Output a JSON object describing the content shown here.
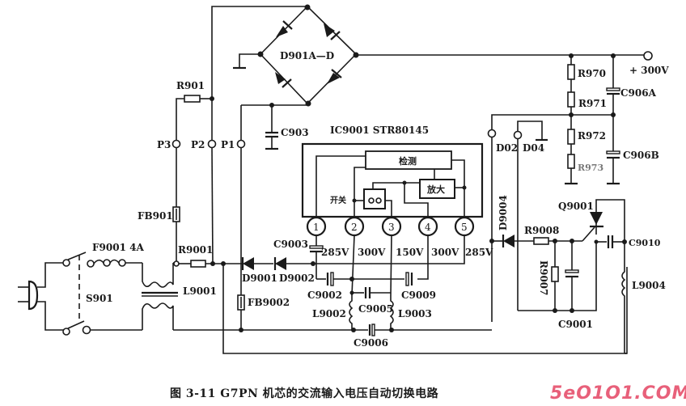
{
  "caption": "图 3-11   G7PN 机芯的交流输入电压自动切换电路",
  "watermark": "5eO1O1.COM",
  "ic": {
    "title": "IC9001  STR80145",
    "block_detect": "检测",
    "block_amp": "放大",
    "label_switch": "开关",
    "pins": [
      "1",
      "2",
      "3",
      "4",
      "5"
    ],
    "pin_voltages": [
      "285V",
      "300V",
      "150V",
      "300V",
      "285V"
    ]
  },
  "components": {
    "bridge": "D901A—D",
    "r901": "R901",
    "c903": "C903",
    "p1": "P1",
    "p2": "P2",
    "p3": "P3",
    "fb901": "FB901",
    "f9001": "F9001  4A",
    "s901": "S901",
    "l9001": "L9001",
    "r9001": "R9001",
    "d9001": "D9001",
    "d9002": "D9002",
    "fb9002": "FB9002",
    "c9003": "C9003",
    "c9002": "C9002",
    "c9005": "C9005",
    "c9006": "C9006",
    "c9009": "C9009",
    "l9002": "L9002",
    "l9003": "L9003",
    "r970": "R970",
    "r971": "R971",
    "r972": "R972",
    "r973": "R973",
    "c906a": "C906A",
    "c906b": "C906B",
    "d02": "D02",
    "d04": "D04",
    "d9004": "D9004",
    "r9008": "R9008",
    "r9007": "R9007",
    "c9001": "C9001",
    "q9001": "Q9001",
    "c9010": "C9010",
    "l9004": "L9004",
    "output": "+ 300V"
  }
}
